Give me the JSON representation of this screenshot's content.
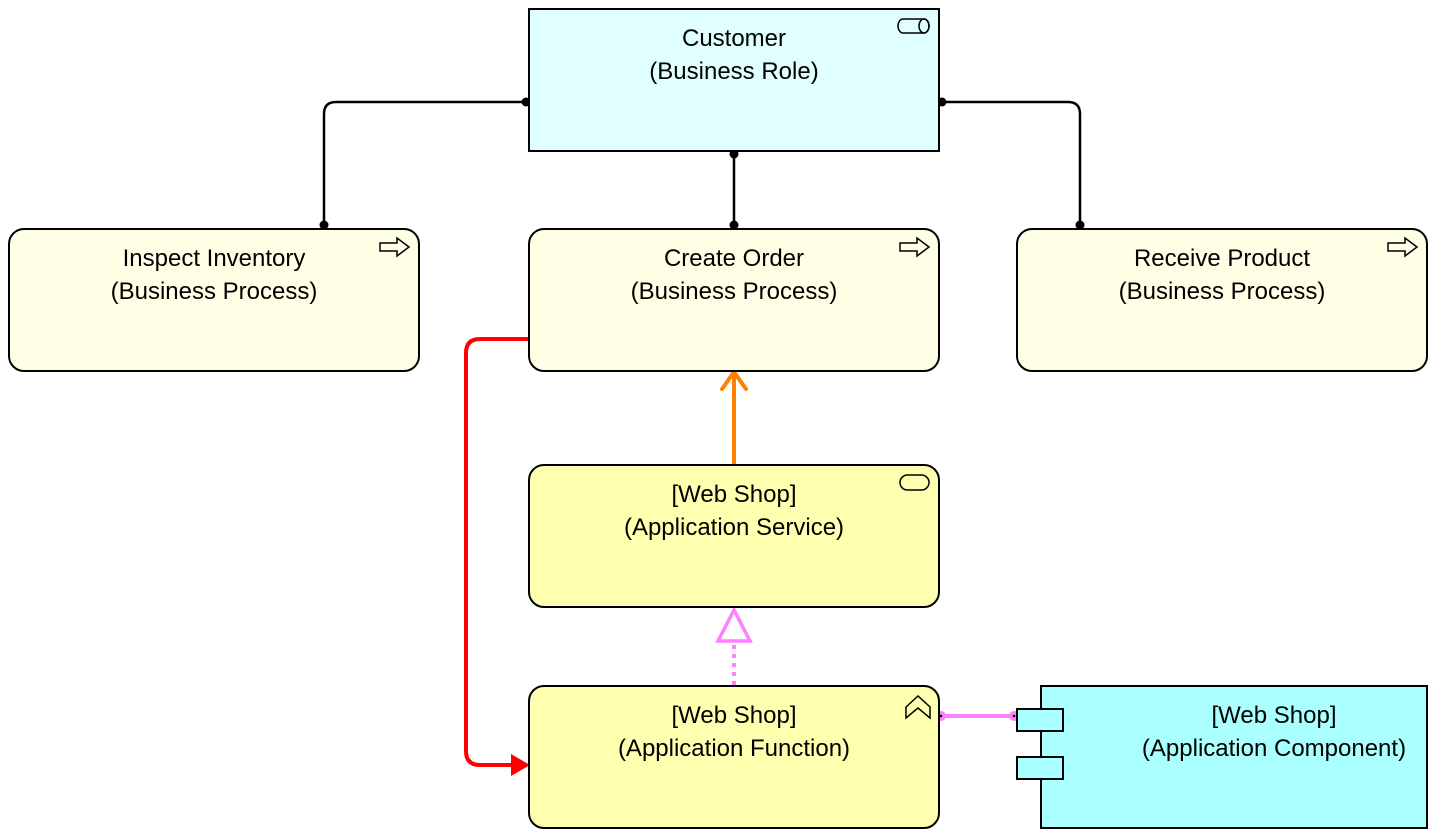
{
  "diagram": {
    "title": "ArchiMate view",
    "colors": {
      "business_role_fill": "#e0ffff",
      "business_process_fill": "#ffffe6",
      "application_fill": "#ffffb0",
      "application_component_fill": "#aaffff",
      "serving_line": "#000000",
      "triggering_line": "#ff0000",
      "serving_app_line": "#ff8000",
      "realization_line": "#ff80ff",
      "assignment_line": "#ff80ff"
    },
    "elements": [
      {
        "id": "customer",
        "name": "Customer",
        "type": "(Business Role)",
        "icon": "business-role-icon"
      },
      {
        "id": "inspect",
        "name": "Inspect Inventory",
        "type": "(Business Process)",
        "icon": "business-process-icon"
      },
      {
        "id": "create",
        "name": "Create Order",
        "type": "(Business Process)",
        "icon": "business-process-icon"
      },
      {
        "id": "receive",
        "name": "Receive Product",
        "type": "(Business Process)",
        "icon": "business-process-icon"
      },
      {
        "id": "service",
        "name": "[Web Shop]",
        "type": "(Application Service)",
        "icon": "application-service-icon"
      },
      {
        "id": "function",
        "name": "[Web Shop]",
        "type": "(Application Function)",
        "icon": "application-function-icon"
      },
      {
        "id": "component",
        "name": "[Web Shop]",
        "type": "(Application Component)",
        "icon": "application-component-icon"
      }
    ],
    "relationships": [
      {
        "from": "customer",
        "to": "inspect",
        "kind": "assignment"
      },
      {
        "from": "customer",
        "to": "create",
        "kind": "assignment"
      },
      {
        "from": "customer",
        "to": "receive",
        "kind": "assignment"
      },
      {
        "from": "create",
        "to": "function",
        "kind": "triggering"
      },
      {
        "from": "service",
        "to": "create",
        "kind": "serving"
      },
      {
        "from": "function",
        "to": "service",
        "kind": "realization"
      },
      {
        "from": "component",
        "to": "function",
        "kind": "assignment"
      }
    ]
  }
}
